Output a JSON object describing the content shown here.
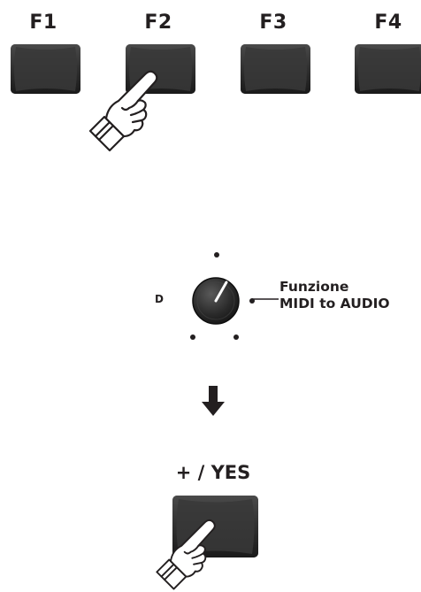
{
  "function_keys": [
    {
      "label": "F1"
    },
    {
      "label": "F2"
    },
    {
      "label": "F3"
    },
    {
      "label": "F4"
    }
  ],
  "dial": {
    "position_label": "D",
    "function_line1": "Funzione",
    "function_line2": "MIDI to AUDIO"
  },
  "confirm_key": {
    "label": "+ / YES"
  },
  "icons": {
    "hand": "pointing-hand-icon",
    "arrow": "arrow-down-icon",
    "knob": "rotary-knob-icon"
  }
}
